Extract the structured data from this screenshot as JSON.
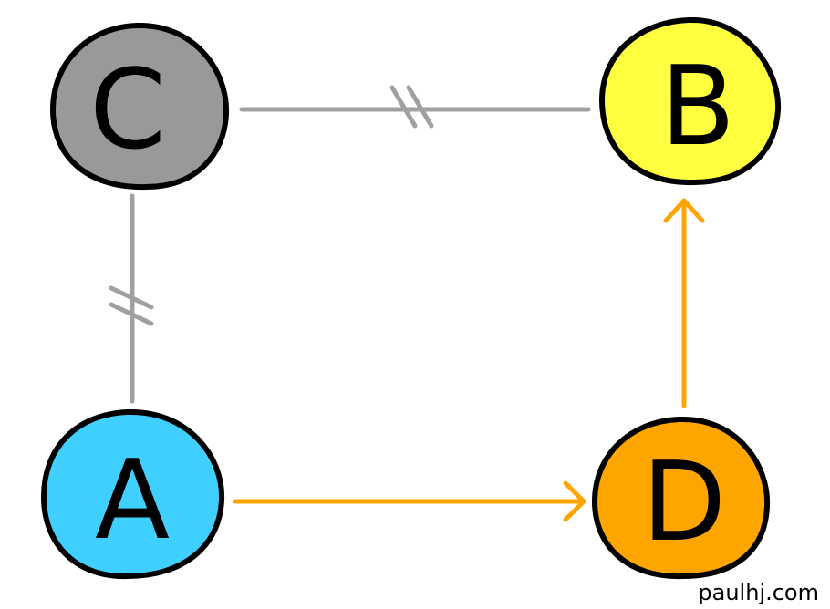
{
  "nodes": {
    "a": {
      "label": "A",
      "color": "#40d0ff"
    },
    "b": {
      "label": "B",
      "color": "#ffff40"
    },
    "c": {
      "label": "C",
      "color": "#999999"
    },
    "d": {
      "label": "D",
      "color": "#ffa500"
    }
  },
  "edges": [
    {
      "from": "C",
      "to": "B",
      "style": "gray line with double tick"
    },
    {
      "from": "C",
      "to": "A",
      "style": "gray line with double tick"
    },
    {
      "from": "A",
      "to": "D",
      "style": "orange arrow"
    },
    {
      "from": "D",
      "to": "B",
      "style": "orange arrow"
    }
  ],
  "colors": {
    "gray_edge": "#a0a0a0",
    "orange_edge": "#ffa500"
  },
  "credit": "paulhj.com"
}
